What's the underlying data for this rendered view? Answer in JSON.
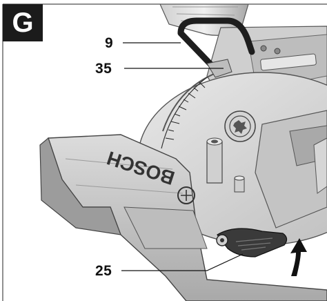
{
  "figure": {
    "letter": "G",
    "brand": "BOSCH",
    "callouts": [
      {
        "number": "9"
      },
      {
        "number": "35"
      },
      {
        "number": "25"
      }
    ]
  },
  "colors": {
    "badge_bg": "#1b1b1b",
    "metal_light": "#d9d9d9",
    "metal_mid": "#b9b9b9",
    "metal_dark": "#7d7d7d",
    "handle_black": "#1e1e1e"
  },
  "icons": [
    "lever-icon",
    "arrow-up-icon",
    "saw-blade-icon"
  ]
}
